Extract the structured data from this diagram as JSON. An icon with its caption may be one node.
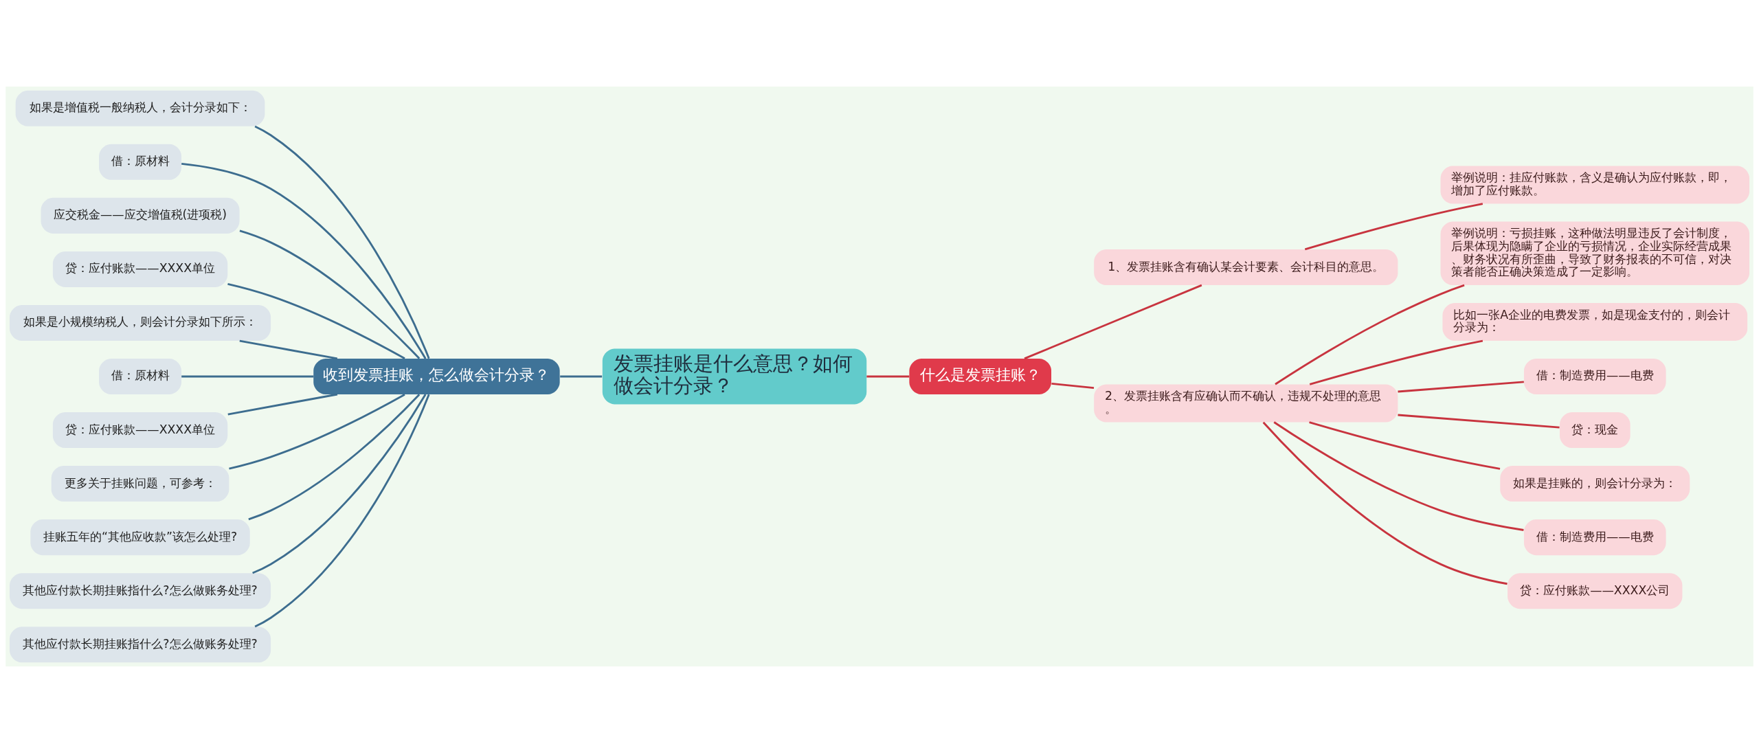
{
  "diagram": {
    "nodes": [
      {
        "text": [
          "发票挂账是什么意思？如何做会计分录？"
        ]
      },
      {
        "text": [
          "收到发票挂账，怎么做会计分录？"
        ]
      },
      {
        "text": [
          "如果是增值税一般纳税人，会计分录如下："
        ]
      },
      {
        "text": [
          "借：原材料"
        ]
      },
      {
        "text": [
          "应交税金——应交增值税(进项税)"
        ]
      },
      {
        "text": [
          "贷：应付账款——XXXX单位"
        ]
      },
      {
        "text": [
          "如果是小规模纳税人，则会计分录如下所示："
        ]
      },
      {
        "text": [
          "借：原材料"
        ]
      },
      {
        "text": [
          "贷：应付账款——XXXX单位"
        ]
      },
      {
        "text": [
          "更多关于挂账问题，可参考："
        ]
      },
      {
        "text": [
          "挂账五年的“其他应收款”该怎么处理?"
        ]
      },
      {
        "text": [
          "其他应付款长期挂账指什么?怎么做账务处理?"
        ]
      },
      {
        "text": [
          "其他应付款长期挂账指什么?怎么做账务处理?"
        ]
      },
      {
        "text": [
          "什么是发票挂账？"
        ]
      },
      {
        "text": [
          "1、发票挂账含有确认某会计要素、会计科目的意思。"
        ]
      },
      {
        "text": [
          "举例说明：挂应付账款，含义是确认为应付账款，即，增加了应付账款。"
        ]
      },
      {
        "text": [
          "2、发票挂账含有应确认而不确认，违规不处理的意思。"
        ]
      },
      {
        "text": [
          "举例说明：亏损挂账，这种做法明显违反了会计制度，后果体现为隐瞒了企业的亏损情况，企业实际经营成果、财务状况有所歪曲，导致了财务报表的不可信，对决策者能否正确决策造成了一定影响。"
        ]
      },
      {
        "text": [
          "比如一张A企业的电费发票，如是现金支付的，则会计分录为："
        ]
      },
      {
        "text": [
          "借：制造费用——电费"
        ]
      },
      {
        "text": [
          "贷：现金"
        ]
      },
      {
        "text": [
          "如果是挂账的，则会计分录为："
        ]
      },
      {
        "text": [
          "借：制造费用——电费"
        ]
      },
      {
        "text": [
          "贷：应付账款——XXXX公司"
        ]
      }
    ],
    "edges": [
      {
        "from": 0,
        "to": 1,
        "arrow": "none"
      },
      {
        "from": 1,
        "to": 2,
        "arrow": "none"
      },
      {
        "from": 1,
        "to": 3,
        "arrow": "none"
      },
      {
        "from": 1,
        "to": 4,
        "arrow": "none"
      },
      {
        "from": 1,
        "to": 5,
        "arrow": "none"
      },
      {
        "from": 1,
        "to": 6,
        "arrow": "none"
      },
      {
        "from": 1,
        "to": 7,
        "arrow": "none"
      },
      {
        "from": 1,
        "to": 8,
        "arrow": "none"
      },
      {
        "from": 1,
        "to": 9,
        "arrow": "none"
      },
      {
        "from": 1,
        "to": 10,
        "arrow": "none"
      },
      {
        "from": 1,
        "to": 11,
        "arrow": "none"
      },
      {
        "from": 1,
        "to": 12,
        "arrow": "none"
      },
      {
        "from": 0,
        "to": 13,
        "arrow": "none",
        "color": "#c8343f"
      },
      {
        "from": 13,
        "to": 14,
        "arrow": "none",
        "color": "#c8343f"
      },
      {
        "from": 14,
        "to": 15,
        "arrow": "none",
        "color": "#c8343f"
      },
      {
        "from": 13,
        "to": 16,
        "arrow": "none",
        "color": "#c8343f"
      },
      {
        "from": 16,
        "to": 17,
        "arrow": "none",
        "color": "#c8343f"
      },
      {
        "from": 16,
        "to": 18,
        "arrow": "none",
        "color": "#c8343f"
      },
      {
        "from": 16,
        "to": 19,
        "arrow": "none",
        "color": "#c8343f"
      },
      {
        "from": 16,
        "to": 20,
        "arrow": "none",
        "color": "#c8343f"
      },
      {
        "from": 16,
        "to": 21,
        "arrow": "none",
        "color": "#c8343f"
      },
      {
        "from": 16,
        "to": 22,
        "arrow": "none",
        "color": "#c8343f"
      },
      {
        "from": 16,
        "to": 23,
        "arrow": "none",
        "color": "#c8343f"
      }
    ]
  }
}
